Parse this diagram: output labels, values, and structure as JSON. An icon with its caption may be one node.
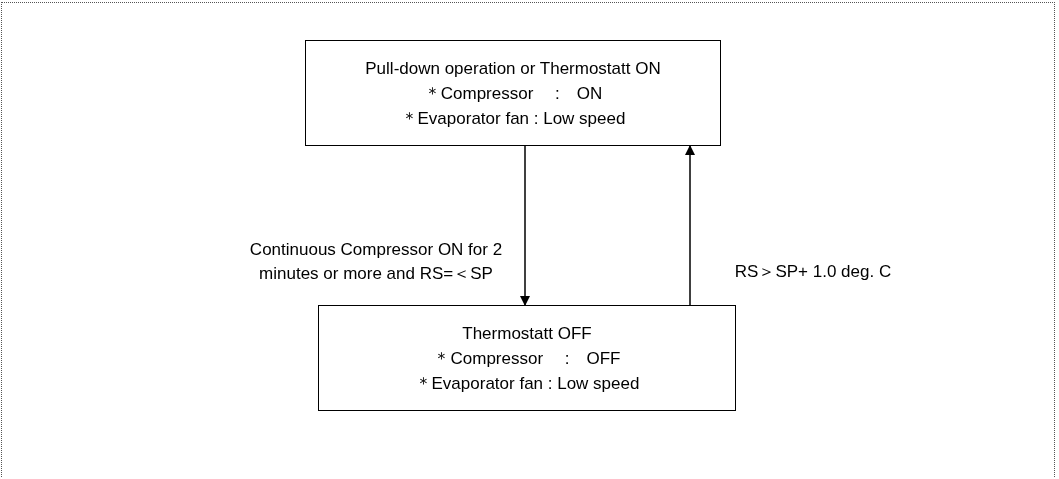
{
  "diagram": {
    "nodes": [
      {
        "text": [
          "Pull-down operation or Thermostatt ON",
          "＊Compressor　 :　ON",
          "＊Evaporator fan : Low speed"
        ]
      },
      {
        "text": [
          "Thermostatt OFF",
          "＊Compressor　 :　OFF",
          "＊Evaporator fan : Low speed"
        ]
      }
    ],
    "edges": [
      {
        "from": 0,
        "to": 1,
        "arrow": "to",
        "label": "Continuous Compressor ON for 2 minutes or more and RS=＜SP"
      },
      {
        "from": 1,
        "to": 0,
        "arrow": "to",
        "label": "RS＞SP+ 1.0 deg. C"
      }
    ]
  }
}
